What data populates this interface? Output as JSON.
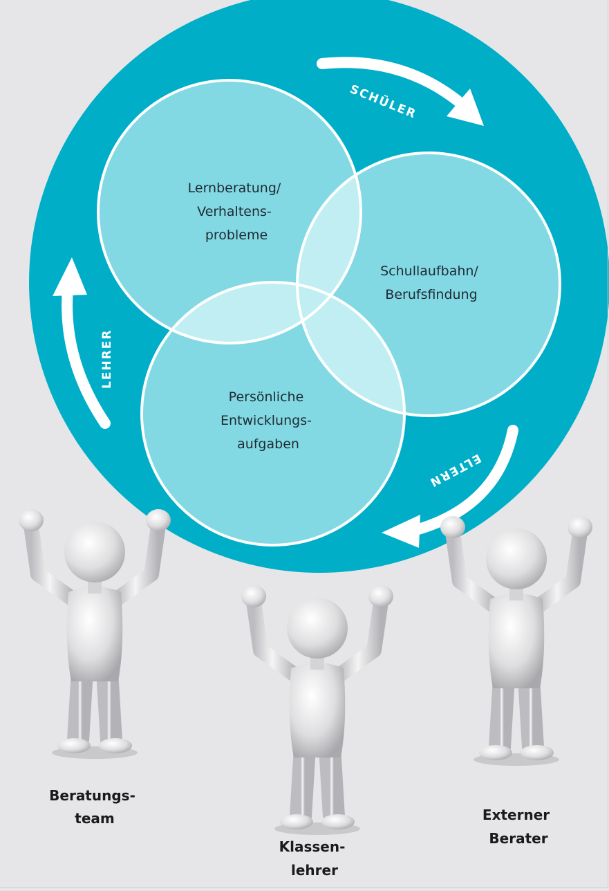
{
  "colors": {
    "background": "#e6e6e8",
    "outer_circle": "#00aec8",
    "inner_circle": "#82d9e4",
    "overlap": "#c1eef3",
    "stroke": "#ffffff"
  },
  "circles": [
    {
      "lines": [
        "Lernberatung/",
        "Verhaltens-",
        "probleme"
      ]
    },
    {
      "lines": [
        "Schullaufbahn/",
        "Berufsfindung"
      ]
    },
    {
      "lines": [
        "Persönliche",
        "Entwicklungs-",
        "aufgaben"
      ]
    }
  ],
  "arrows": {
    "top": "SCHÜLER",
    "left": "LEHRER",
    "bottom": "ELTERN"
  },
  "people": [
    {
      "lines": [
        "Beratungs-",
        "team"
      ]
    },
    {
      "lines": [
        "Klassen-",
        "lehrer"
      ]
    },
    {
      "lines": [
        "Externer",
        "Berater"
      ]
    }
  ]
}
